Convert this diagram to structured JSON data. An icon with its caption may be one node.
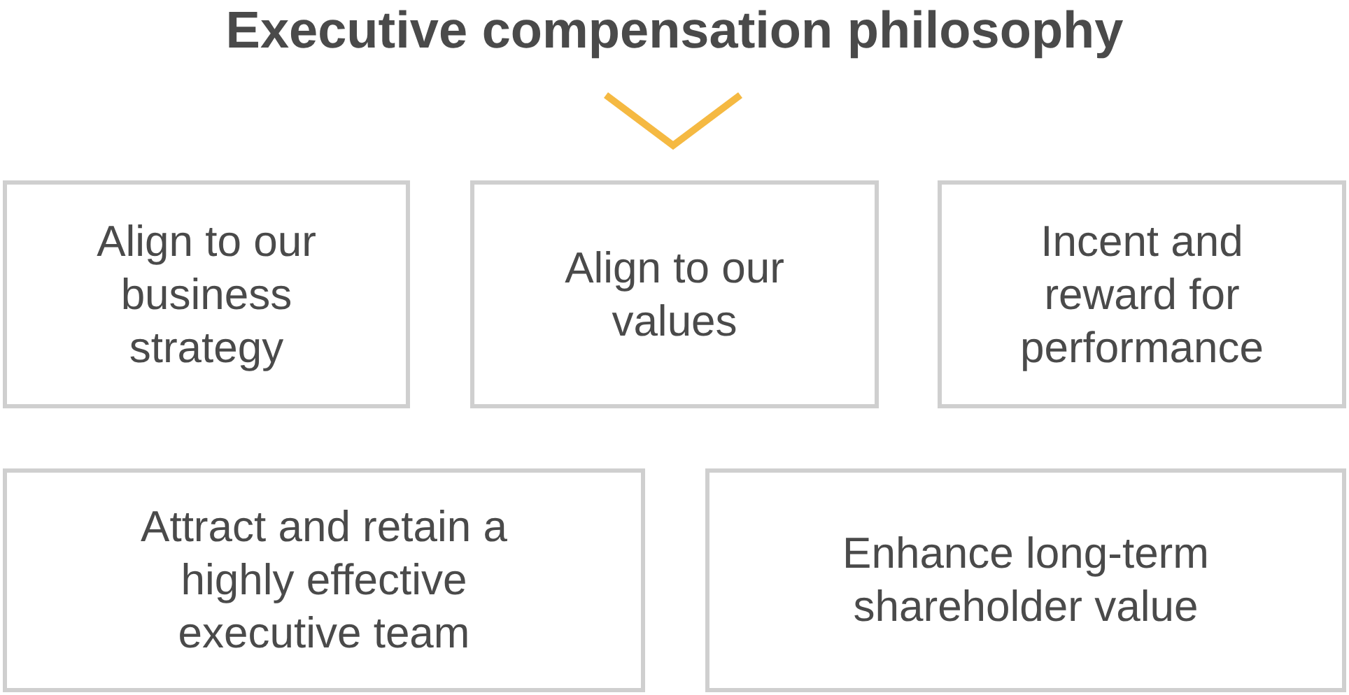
{
  "diagram": {
    "title": "Executive compensation philosophy",
    "nodes": [
      {
        "text": [
          "Align to our business strategy"
        ]
      },
      {
        "text": [
          "Align to our values"
        ]
      },
      {
        "text": [
          "Incent and reward for performance"
        ]
      },
      {
        "text": [
          "Attract and retain a highly effective executive team"
        ]
      },
      {
        "text": [
          "Enhance long-term shareholder value"
        ]
      }
    ]
  }
}
